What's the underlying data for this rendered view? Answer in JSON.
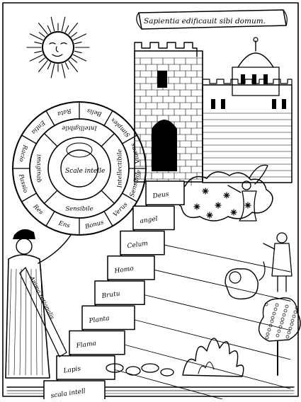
{
  "banner": {
    "motto": "Sapientia edificauit sibi domum."
  },
  "staircase": {
    "steps": [
      "Deus",
      "angel",
      "Celum",
      "Homo",
      "Brutu",
      "Planta",
      "Flama",
      "Lapis",
      "scala intell"
    ]
  },
  "wheel": {
    "center": "Scale intelle",
    "inner": [
      "Sensibile",
      "imaginab",
      "Intelligibile",
      "Intellectibile"
    ],
    "outer": [
      "Ens",
      "Res",
      "Passio",
      "Racio",
      "Entia",
      "Rata",
      "Belis",
      "Simplex",
      "Viuens",
      "Sensibile",
      "Verus",
      "Bonus"
    ]
  },
  "figure": {
    "scroll": "Anima rationalis"
  },
  "colors": {
    "ink": "#000000",
    "paper": "#ffffff"
  }
}
